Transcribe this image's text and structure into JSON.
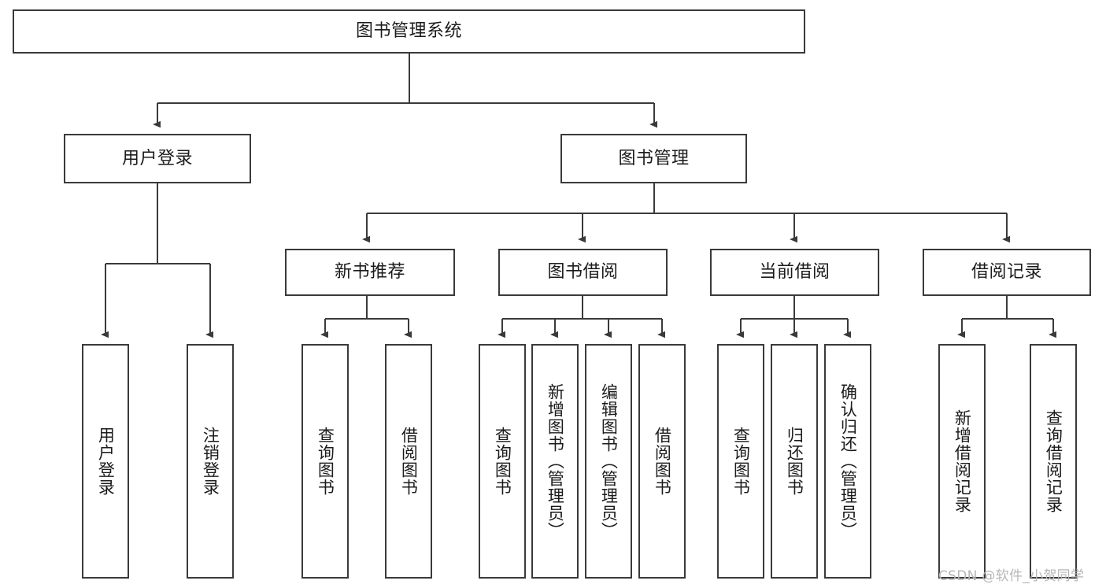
{
  "diagram": {
    "title": "图书管理系统",
    "type": "tree",
    "watermark": "CSDN @软件_小贺同学",
    "colors": {
      "box_border": "#3a3a3a",
      "box_fill": "#ffffff",
      "edge": "#3a3a3a",
      "text": "#1b1b1b",
      "watermark": "#b6b6b6",
      "background": "#ffffff"
    },
    "root": {
      "label": "图书管理系统"
    },
    "level2": [
      {
        "label": "用户登录"
      },
      {
        "label": "图书管理"
      }
    ],
    "level3": [
      {
        "label": "新书推荐"
      },
      {
        "label": "图书借阅"
      },
      {
        "label": "当前借阅"
      },
      {
        "label": "借阅记录"
      }
    ],
    "leaves": {
      "user_login": [
        {
          "label": "用户登录"
        },
        {
          "label": "注销登录"
        }
      ],
      "new_book_recommend": [
        {
          "label": "查询图书"
        },
        {
          "label": "借阅图书"
        }
      ],
      "book_borrow": [
        {
          "label": "查询图书"
        },
        {
          "label": "新增图书（管理员）"
        },
        {
          "label": "编辑图书（管理员）"
        },
        {
          "label": "借阅图书"
        }
      ],
      "current_borrow": [
        {
          "label": "查询图书"
        },
        {
          "label": "归还图书"
        },
        {
          "label": "确认归还（管理员）"
        }
      ],
      "borrow_record": [
        {
          "label": "新增借阅记录"
        },
        {
          "label": "查询借阅记录"
        }
      ]
    }
  }
}
